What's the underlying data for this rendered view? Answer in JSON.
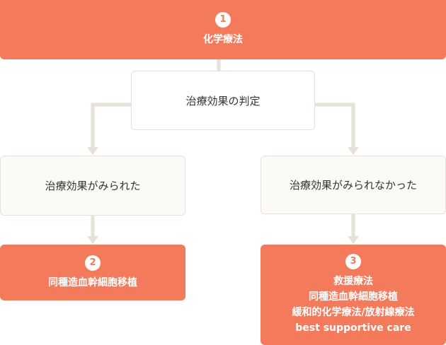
{
  "step1": {
    "number": "1",
    "label": "化学療法"
  },
  "evaluation": {
    "label": "治療効果の判定"
  },
  "effective": {
    "label": "治療効果がみられた"
  },
  "not_effective": {
    "label": "治療効果がみられなかった"
  },
  "step2": {
    "number": "2",
    "label": "同種造血幹細胞移植"
  },
  "step3": {
    "number": "3",
    "lines": [
      "救援療法",
      "同種造血幹細胞移植",
      "緩和的化学療法/放射線療法",
      "best supportive care"
    ]
  },
  "colors": {
    "accent": "#f47a5c",
    "connector": "#e6e2d8",
    "box_border": "#e6e2d8",
    "box_fill": "#fbfaf6"
  }
}
